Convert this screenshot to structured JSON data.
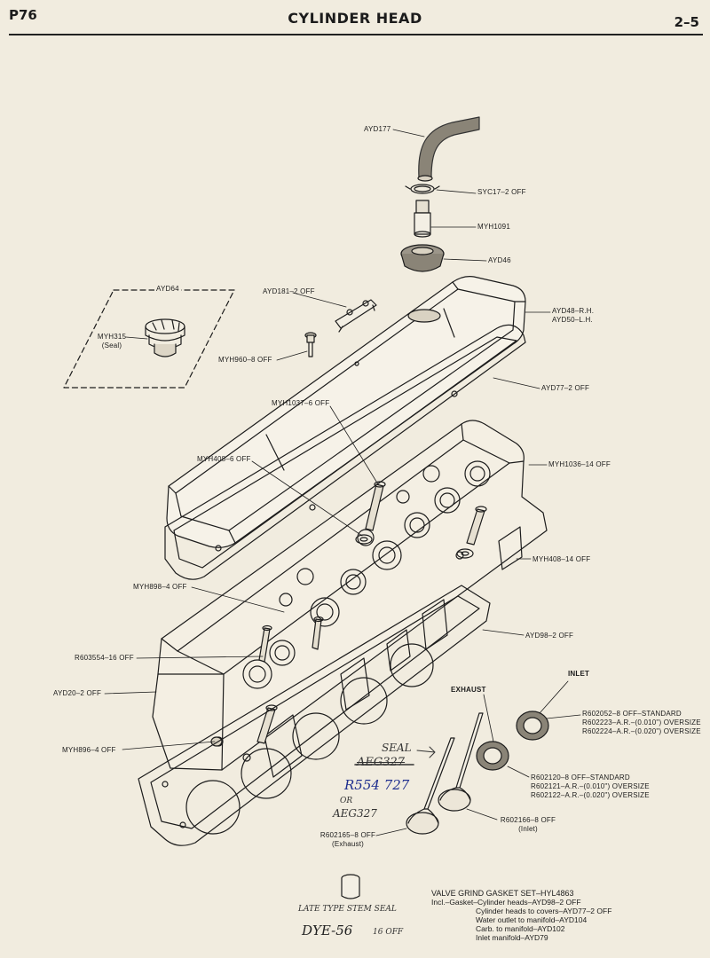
{
  "header": {
    "page": "P76",
    "title": "CYLINDER HEAD",
    "section": "2–5"
  },
  "labels": {
    "ayd177": "AYD177",
    "syc17": "SYC17–2 OFF",
    "myh1091": "MYH1091",
    "ayd46": "AYD46",
    "ayd64": "AYD64",
    "ayd181": "AYD181–2 OFF",
    "myh315": "MYH315",
    "myh315_note": "(Seal)",
    "ayd48": "AYD48–R.H.",
    "ayd50": "AYD50–L.H.",
    "myh960": "MYH960–8 OFF",
    "ayd77": "AYD77–2 OFF",
    "myh1037": "MYH1037–6 OFF",
    "myh408_6": "MYH408–6 OFF",
    "myh1036": "MYH1036–14 OFF",
    "myh408_14": "MYH408–14 OFF",
    "myh898": "MYH898–4 OFF",
    "ayd98": "AYD98–2 OFF",
    "r603554": "R603554–16 OFF",
    "ayd20": "AYD20–2 OFF",
    "inlet": "INLET",
    "exhaust": "EXHAUST",
    "r602052": "R602052–8 OFF–STANDARD",
    "r602223": "R602223–A.R.–(0.010\") OVERSIZE",
    "r602224": "R602224–A.R.–(0.020\") OVERSIZE",
    "myh896": "MYH896–4 OFF",
    "r602120": "R602120–8 OFF–STANDARD",
    "r602121": "R602121–A.R.–(0.010\") OVERSIZE",
    "r602122": "R602122–A.R.–(0.020\") OVERSIZE",
    "r602166": "R602166–8 OFF",
    "r602166_note": "(Inlet)",
    "r602165": "R602165–8 OFF",
    "r602165_note": "(Exhaust)"
  },
  "gasket_set": {
    "title": "VALVE GRIND GASKET SET–HYL4863",
    "lines": [
      "Incl.–Gasket–Cylinder heads–AYD98–2 OFF",
      "Cylinder heads to covers–AYD77–2 OFF",
      "Water outlet to manifold–AYD104",
      "Carb. to manifold–AYD102",
      "Inlet manifold–AYD79"
    ]
  },
  "handwritten": {
    "seal": "SEAL",
    "struck": "AEG327",
    "blue_part": "R554 727",
    "or": "OR",
    "alt_part": "AEG327",
    "late_note": "LATE TYPE STEM SEAL",
    "dye": "DYE-56",
    "dye_qty": "16 OFF"
  },
  "colors": {
    "ink": "#1c1c1c",
    "paper": "#f1ecdf",
    "pen_blue": "#1f2f8f",
    "pencil": "#333333"
  }
}
